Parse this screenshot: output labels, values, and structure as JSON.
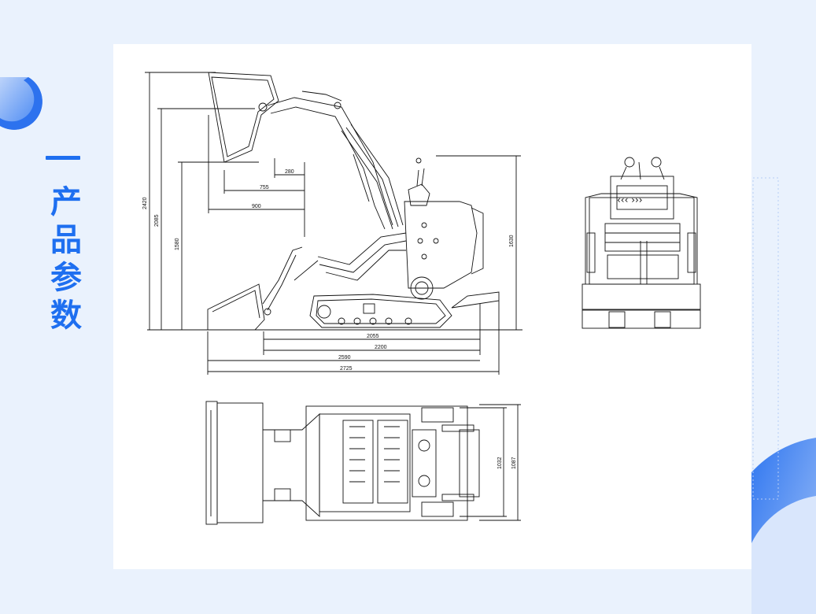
{
  "section": {
    "title": "产品参数"
  },
  "drawing": {
    "side_view": {
      "height_dims": [
        "2420",
        "2085",
        "1580",
        "1630"
      ],
      "reach_dims": [
        "280",
        "755",
        "900"
      ],
      "length_dims": [
        "2055",
        "2200",
        "2590",
        "2725"
      ]
    },
    "top_view": {
      "width_dims": [
        "1032",
        "1087"
      ]
    }
  },
  "colors": {
    "accent": "#1e6ff0",
    "background": "#eaf2fd",
    "panel": "#ffffff",
    "line": "#111111"
  }
}
